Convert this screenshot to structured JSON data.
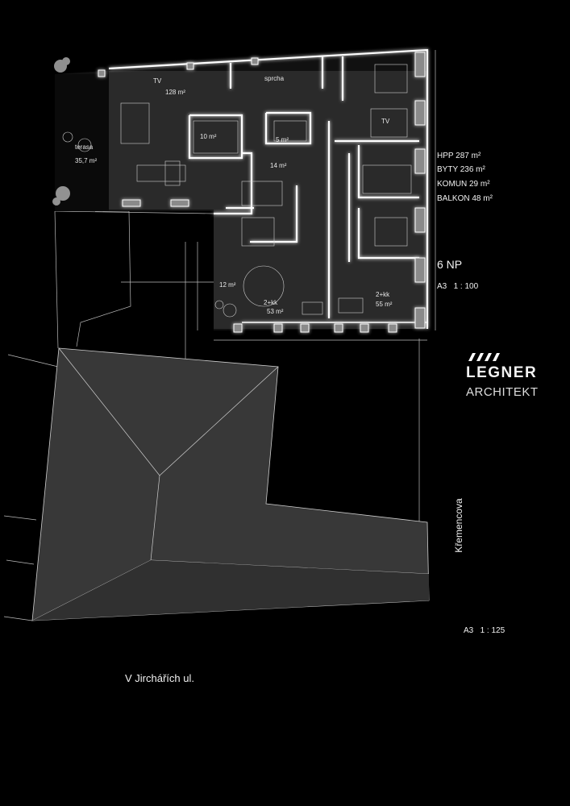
{
  "plan": {
    "rooms": [
      {
        "name": "tv-label-living",
        "text": "TV"
      },
      {
        "name": "living-area",
        "text": "128 m²"
      },
      {
        "name": "shower-label",
        "text": "sprcha"
      },
      {
        "name": "stair-area",
        "text": "10 m²"
      },
      {
        "name": "lift-area",
        "text": "5 m²"
      },
      {
        "name": "hall-area",
        "text": "14 m²"
      },
      {
        "name": "tv-label-bedroom",
        "text": "TV"
      },
      {
        "name": "terrace-label",
        "text": "terasa"
      },
      {
        "name": "terrace-area",
        "text": "35,7 m²"
      },
      {
        "name": "balcony-area",
        "text": "12 m²"
      },
      {
        "name": "flat-a-type",
        "text": "2+kk"
      },
      {
        "name": "flat-a-area",
        "text": "53 m²"
      },
      {
        "name": "flat-b-type",
        "text": "2+kk"
      },
      {
        "name": "flat-b-area",
        "text": "55 m²"
      }
    ]
  },
  "stats": {
    "hpp": "HPP 287 m²",
    "byty": "BYTY 236 m²",
    "komun": "KOMUN 29 m²",
    "balkon": "BALKON 48 m²"
  },
  "floor": "6 NP",
  "scale_plan": "A3   1 : 100",
  "scale_site": "A3   1 : 125",
  "logo": {
    "line1": "LEGNER",
    "line2": "ARCHITEKT"
  },
  "streets": {
    "east": "Křemencova",
    "south": "V Jirchářích ul."
  },
  "colors": {
    "background": "#000000",
    "roof": "#3a3a3a",
    "floor": "#2a2a2a",
    "wall": "#ffffff"
  }
}
